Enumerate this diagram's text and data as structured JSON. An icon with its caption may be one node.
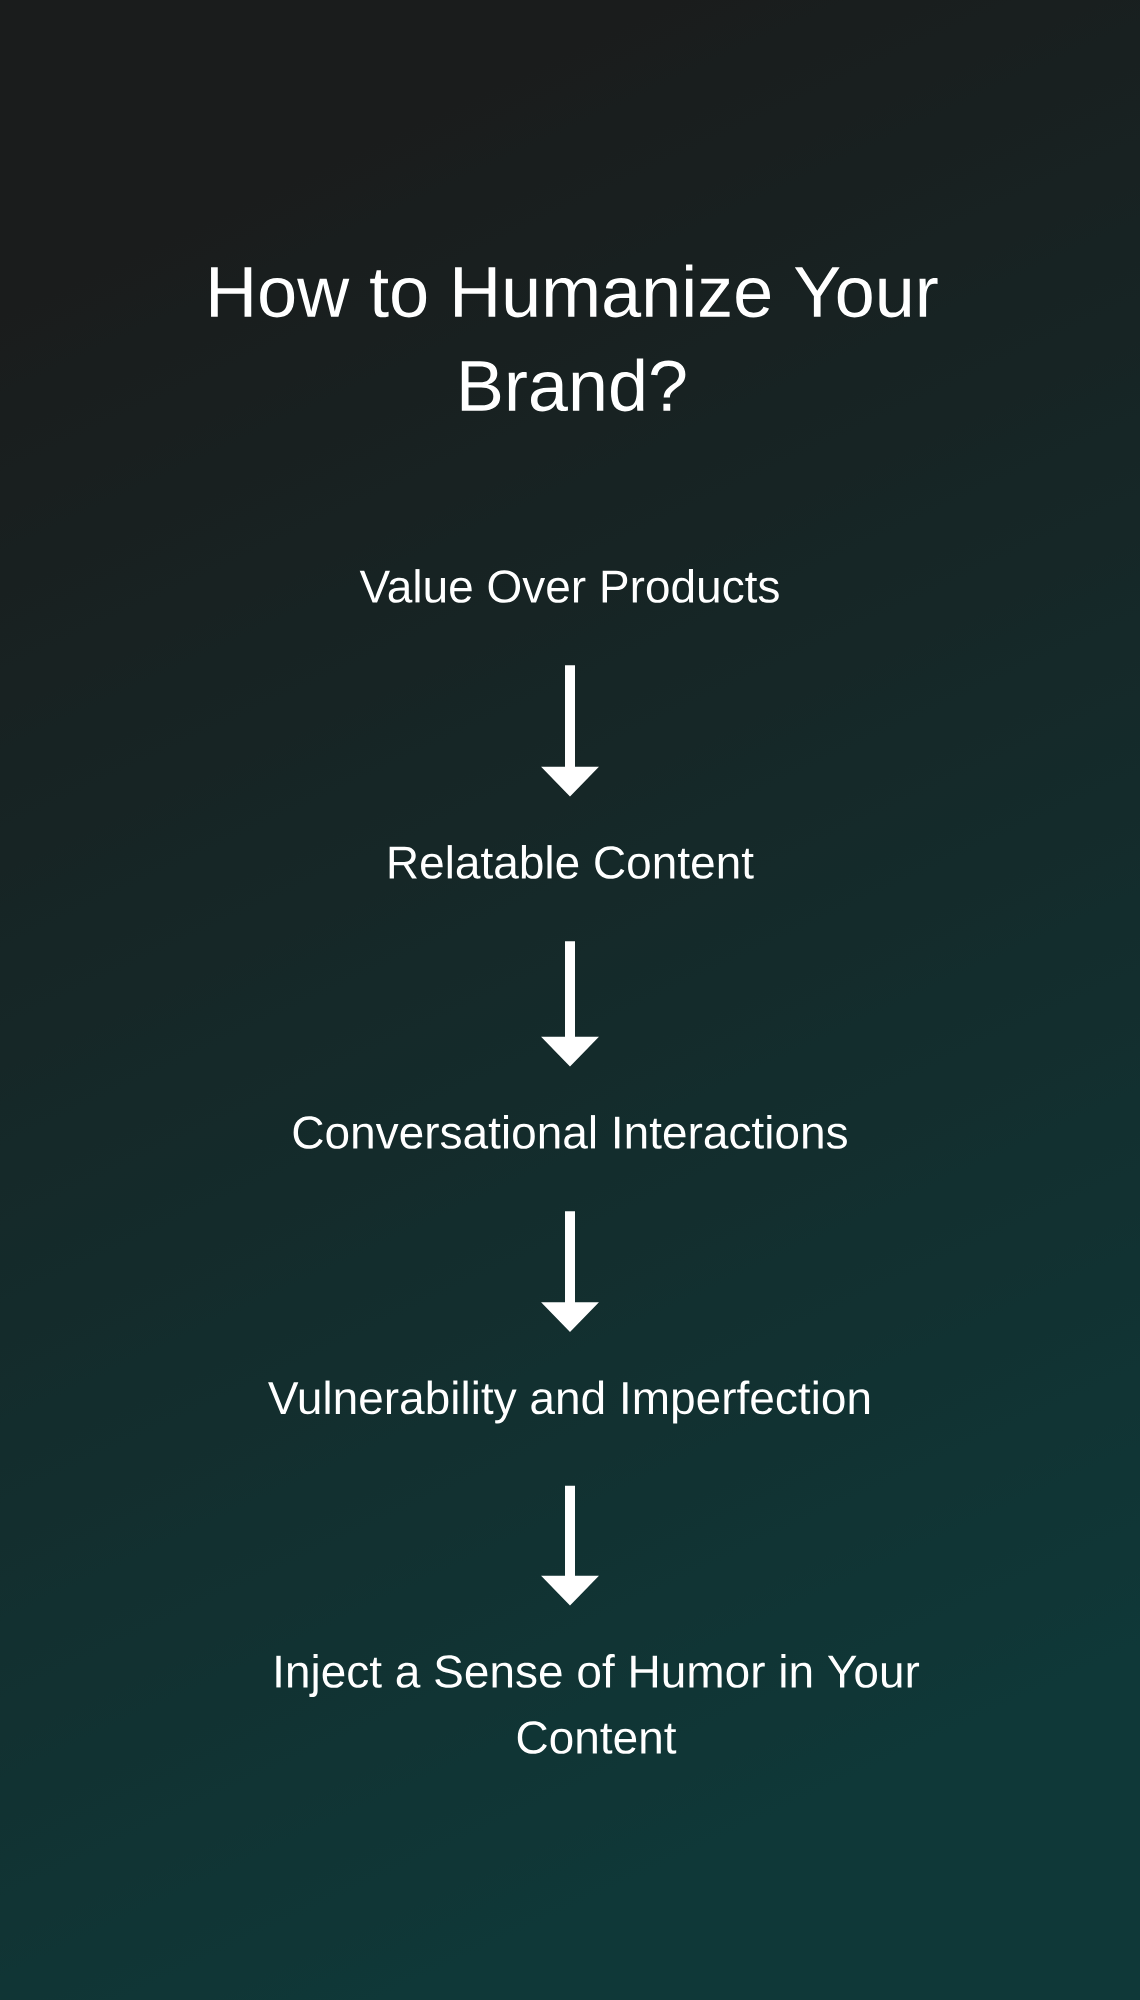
{
  "diagram": {
    "title": "How to Humanize Your Brand?",
    "nodes": [
      {
        "text": [
          "Value Over Products"
        ]
      },
      {
        "text": [
          "Relatable Content"
        ]
      },
      {
        "text": [
          "Conversational Interactions"
        ]
      },
      {
        "text": [
          "Vulnerability and Imperfection"
        ]
      },
      {
        "text": [
          "Inject a Sense of Humor in Your Content"
        ]
      }
    ],
    "edges": [
      {
        "from": 0,
        "to": 1,
        "arrow": "to"
      },
      {
        "from": 1,
        "to": 2,
        "arrow": "to"
      },
      {
        "from": 2,
        "to": 3,
        "arrow": "to"
      },
      {
        "from": 3,
        "to": 4,
        "arrow": "to"
      }
    ]
  }
}
